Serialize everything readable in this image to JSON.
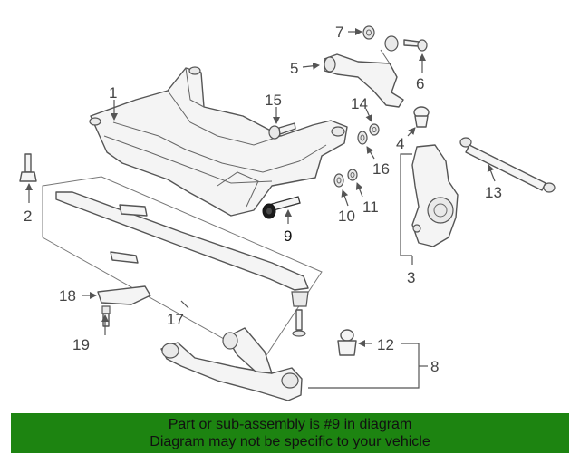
{
  "diagram": {
    "callouts": [
      "1",
      "2",
      "3",
      "4",
      "5",
      "6",
      "7",
      "8",
      "9",
      "10",
      "11",
      "12",
      "13",
      "14",
      "15",
      "16",
      "17",
      "18",
      "19"
    ],
    "highlighted_part": "9"
  },
  "banner": {
    "line1": "Part or sub-assembly is #9 in diagram",
    "line2": "Diagram may not be specific to your vehicle",
    "background_color": "#1d8411"
  }
}
